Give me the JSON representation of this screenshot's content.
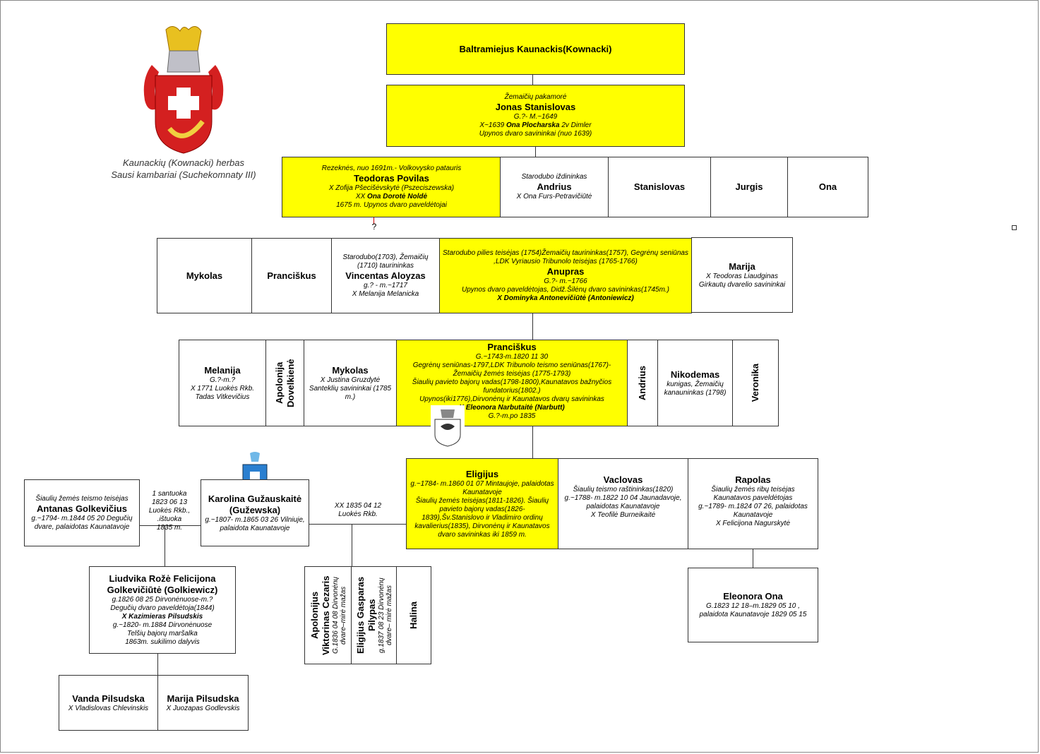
{
  "caption": {
    "line1": "Kaunackių (Kownacki) herbas",
    "line2": "Sausi kambariai (Suchekomnaty III)"
  },
  "baltramiejus": {
    "name": "Baltramiejus Kaunackis(Kownacki)"
  },
  "jonas": {
    "title": "Žemaičių pakamorė",
    "name": "Jonas Stanislovas",
    "dates": "G.?- M.~1649",
    "marriage_prefix": "X~1639 ",
    "spouse": "Ona Plocharska",
    "marriage_suffix": " 2v Dimler",
    "note": "Upynos dvaro savininkai (nuo 1639)"
  },
  "teodoras": {
    "title": "Rezeknės, nuo 1691m.- Volkovysko patauris",
    "name": "Teodoras Povilas",
    "spouse1": "X Zofija Pšecišėvskytė (Pszeciszewska)",
    "spouse2_prefix": "XX ",
    "spouse2": "Ona Dorotė Noldė",
    "note": "1675 m. Upynos dvaro paveldėtojai"
  },
  "andrius1": {
    "title": "Starodubo iždininkas",
    "name": "Andrius",
    "spouse": "X Ona Furs-Petravičiūtė"
  },
  "stanislovas": {
    "name": "Stanislovas"
  },
  "jurgis": {
    "name": "Jurgis"
  },
  "ona": {
    "name": "Ona"
  },
  "question": "?",
  "mykolas1": {
    "name": "Mykolas"
  },
  "pranciskus1": {
    "name": "Pranciškus"
  },
  "vincentas": {
    "title": "Starodubo(1703), Žemaičių (1710) taurininkas",
    "name": "Vincentas Aloyzas",
    "dates": "g.? - m.~1717",
    "spouse": "X Melanija Melanicka"
  },
  "anupras": {
    "title": "Starodubo pilies teisėjas (1754)Žemaičių taurininkas(1757), Gegrėnų seniūnas ,LDK Vyriausio Tribunolo teisėjas (1765-1766)",
    "name": "Anupras",
    "dates": "G.?- m.~1766",
    "note": "Upynos dvaro paveldėtojas, Didž.Šilėnų dvaro savininkas(1745m.)",
    "spouse": "X Dominyka Antonevičiūtė (Antoniewicz)"
  },
  "marija1": {
    "name": "Marija",
    "spouse": "X Teodoras Liaudginas",
    "note": "Girkautų dvarelio savininkai"
  },
  "melanija": {
    "name": "Melanija",
    "dates": "G.?-m.?",
    "line2": "X 1771 Luokės Rkb.",
    "spouse": "Tadas Vitkevičius"
  },
  "apolonija": {
    "name": "Apolonija Dovelkienė"
  },
  "mykolas2": {
    "name": "Mykolas",
    "spouse": "X Justina Gruzdytė",
    "note": "Santeklių savininkai (1785 m.)"
  },
  "pranciskus2": {
    "name": "Pranciškus",
    "dates": "G.~1743-m.1820 11 30",
    "line1": "Gegrėnų seniūnas-1797,LDK Tribunolo teismo seniūnas(1767)-Žemaičių žemės teisėjas (1775-1793)",
    "line2": "Šiaulių pavieto bajorų vadas(1798-1800),Kaunatavos bažnyčios fundatorius(1802.)",
    "line3": "Upynos(iki1776),Dirvonėnų ir Kaunatavos dvarų savininkas",
    "spouse": "X Eleonora Narbutaitė (Narbutt)",
    "spouse_dates": "G.?-m.po 1835"
  },
  "andrius2": {
    "name": "Andrius"
  },
  "nikodemas": {
    "name": "Nikodemas",
    "note": "kunigas, Žemaičių kanauninkas (1798)"
  },
  "veronika": {
    "name": "Veronika"
  },
  "antanas": {
    "title": "Šiaulių žemės teismo teisėjas",
    "name": "Antanas Golkevičius",
    "dates": "g.~1794- m.1844 05 20 Degučių dvare, palaidotas Kaunatavoje"
  },
  "marriage1": {
    "line1": "1 santuoka",
    "line2": "1823 06 13",
    "line3": "Luokės Rkb.,",
    "line4": ".ištuoka",
    "line5": "1835 m."
  },
  "karolina": {
    "name": "Karolina Gužauskaitė (Gužewska)",
    "dates": "g.~1807- m.1865 03 26 Vilniuje,",
    "note": "palaidota Kaunatavoje"
  },
  "marriage2": {
    "line1": "XX 1835 04 12",
    "line2": "Luokės Rkb."
  },
  "eligijus": {
    "name": "Eligijus",
    "dates": "g.~1784- m.1860 01 07 Mintaujoje, palaidotas Kaunatavoje",
    "line1": "Šiaulių žemės teisėjas(1811-1826). Šiaulių pavieto bajorų vadas(1826-1839),Šv.Stanislovo ir Vladimiro ordinų kavalierius(1835), Dirvonėnų ir Kaunatavos dvaro  savininkas iki 1859 m."
  },
  "vaclovas": {
    "name": "Vaclovas",
    "title": "Šiaulių teismo raštininkas(1820)",
    "dates": "g.~1788- m.1822 10 04 Jaunadavoje, palaidotas Kaunatavoje",
    "spouse": "X Teofilė Burneikaitė"
  },
  "rapolas": {
    "name": "Rapolas",
    "title": "Šiaulių žemės ribų teisėjas",
    "note": "Kaunatavos paveldėtojas",
    "dates": "g.~1789- m.1824 07 26, palaidotas Kaunatavoje",
    "spouse": "X Felicijona Nagurskytė"
  },
  "liudvika": {
    "name": "Liudvika Rožė Felicijona Golkevičiūtė (Golkiewicz)",
    "dates": "g.1826 08 25 Dirvonėnuose-m.?",
    "note": "Degučių dvaro paveldėtoja(1844)",
    "spouse": "X Kazimieras Pilsudskis",
    "spouse_dates": "g.~1820- m.1884 Dirvonėnuose",
    "spouse_title": "Telšių bajorų maršalka",
    "spouse_note": "1863m. sukilimo dalyvis"
  },
  "apolonijus": {
    "name": "Apolonijus Viktorinas Cezaris",
    "dates": "G.1836 04 08 Dirvonėnų dvare–mirė mažas"
  },
  "eligijus2": {
    "name": "Eligijus Gasparas Pilypas",
    "dates": "g.1837 08 23 Dirvonėnų dvare– mirė mažas"
  },
  "halina": {
    "name": "Halina"
  },
  "eleonora": {
    "name": "Eleonora Ona",
    "dates": "G.1823 12 18–m.1829 05 10 ,",
    "note": "palaidota Kaunatavoje 1829 05 15"
  },
  "vanda": {
    "name": "Vanda Pilsudska",
    "spouse": "X Vladislovas Chlevinskis"
  },
  "marija2": {
    "name": "Marija Pilsudska",
    "spouse": "X Juozapas Godlevskis"
  }
}
